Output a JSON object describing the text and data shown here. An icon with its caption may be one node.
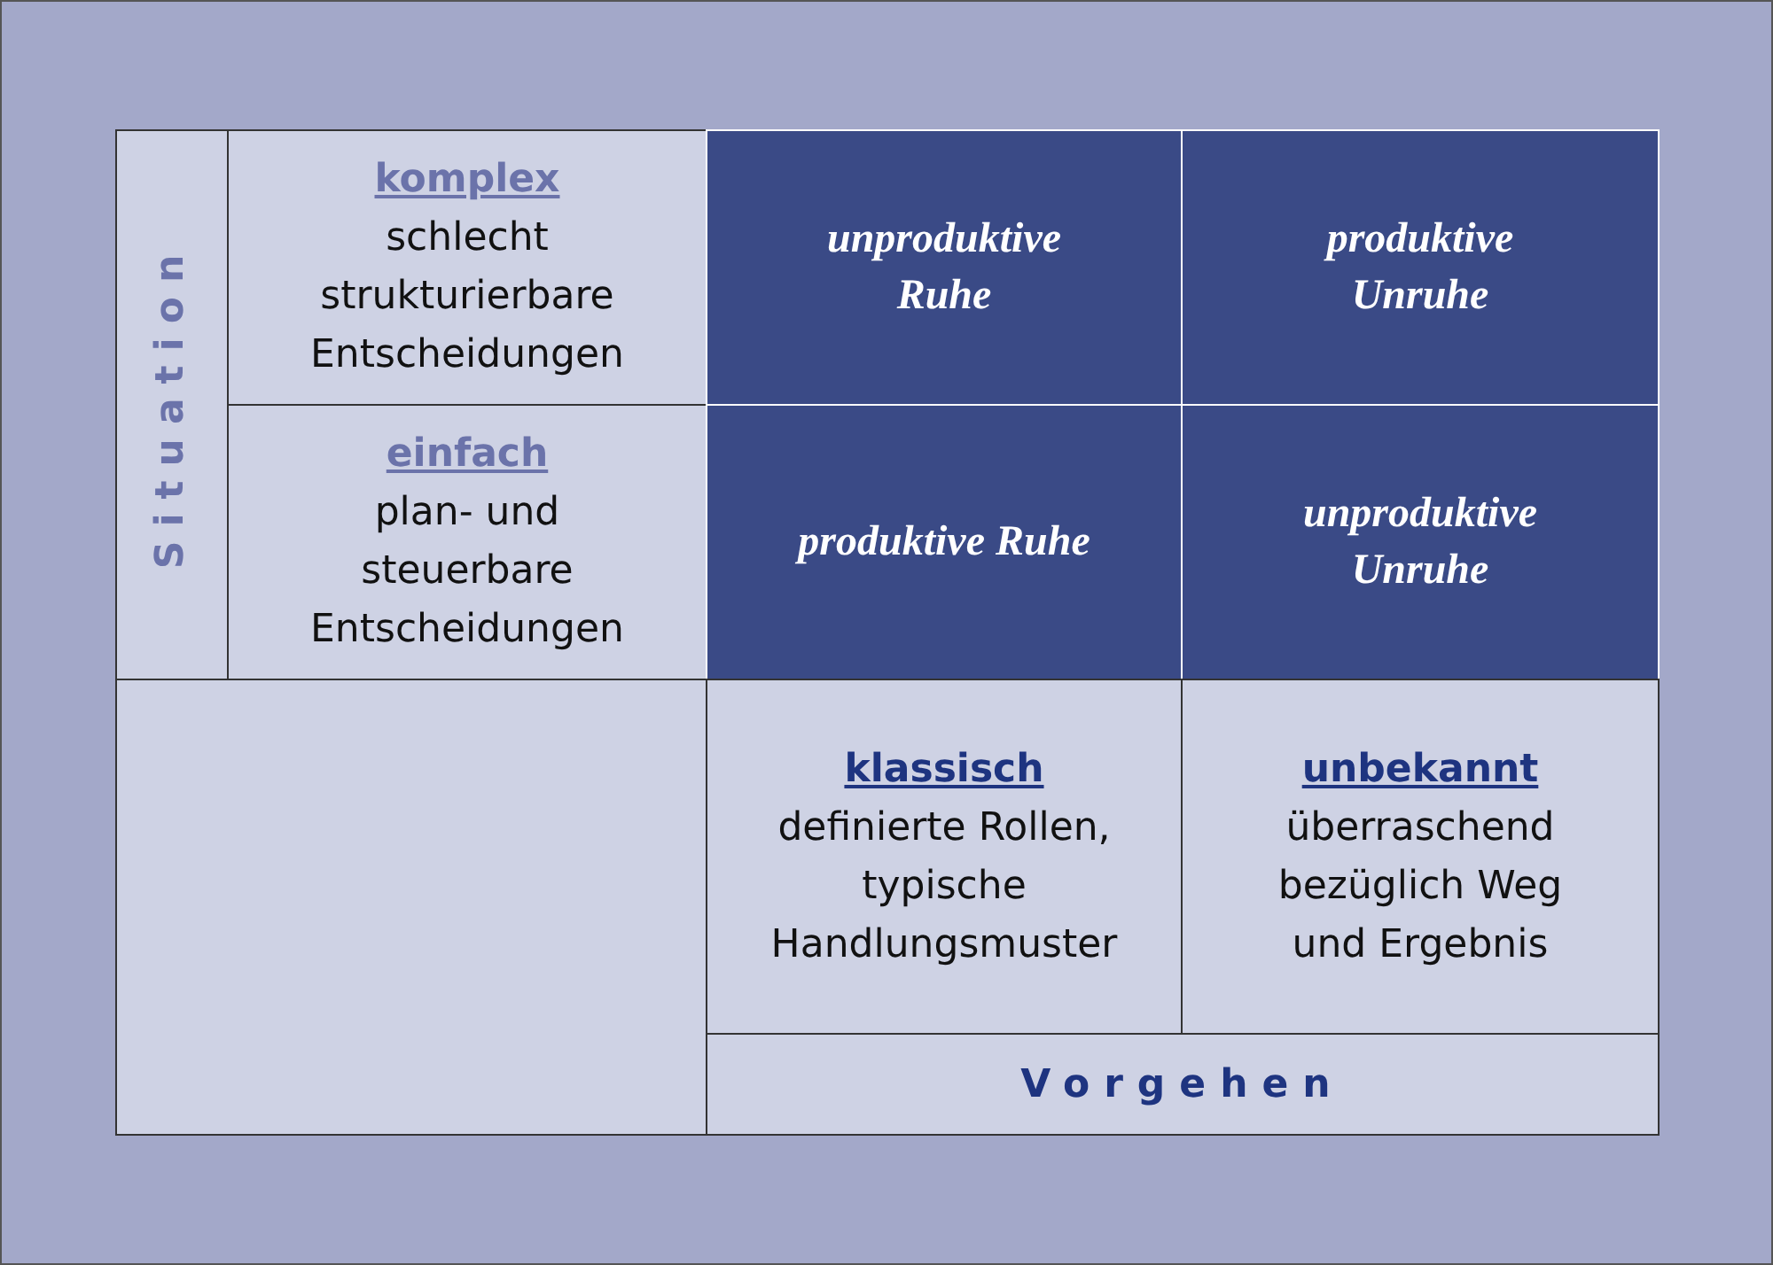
{
  "diagram": {
    "nodes": [
      {
        "text": [
          "Situation"
        ]
      },
      {
        "text": [
          "komplex",
          "schlecht strukturierbare Entscheidungen"
        ]
      },
      {
        "text": [
          "einfach",
          "plan- und steuerbare Entscheidungen"
        ]
      },
      {
        "text": [
          "unproduktive Ruhe"
        ]
      },
      {
        "text": [
          "produktive Unruhe"
        ]
      },
      {
        "text": [
          "produktive Ruhe"
        ]
      },
      {
        "text": [
          "unproduktive Unruhe"
        ]
      },
      {
        "text": [],
        "shape": "box"
      },
      {
        "text": [
          "klassisch",
          "definierte Rollen, typische Handlungsmuster"
        ]
      },
      {
        "text": [
          "unbekannt",
          "überraschend bezüglich Weg und Ergebnis"
        ]
      },
      {
        "text": [
          "Vorgehen"
        ]
      }
    ]
  }
}
